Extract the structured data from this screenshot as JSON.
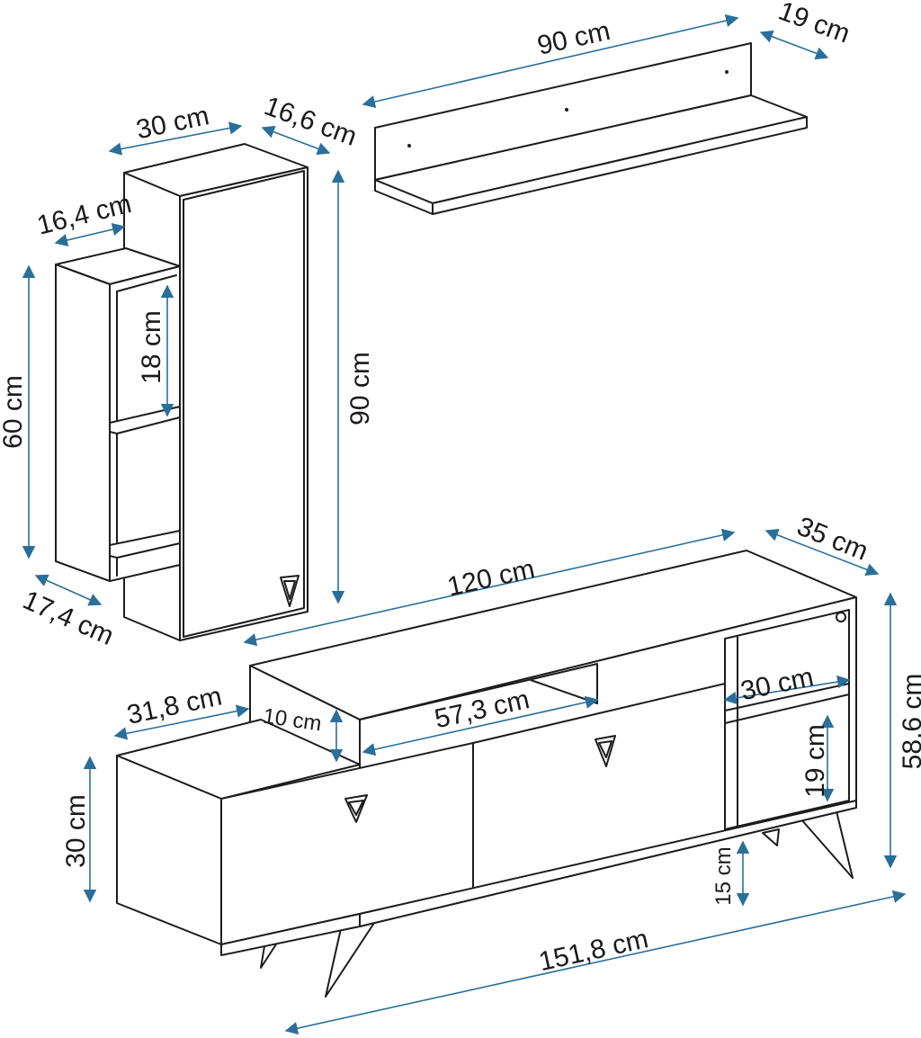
{
  "colors": {
    "outline": "#1c1c1c",
    "dimension": "#2a6f9a",
    "background": "#ffffff"
  },
  "wall_shelf": {
    "width": "90 cm",
    "depth": "19 cm"
  },
  "wall_cabinet": {
    "width": "30 cm",
    "depth": "16,6 cm",
    "side_shelf_depth": "16,4 cm",
    "side_height": "60 cm",
    "compartment_height": "18 cm",
    "height": "90 cm",
    "bottom_depth": "17,4 cm"
  },
  "tv_unit": {
    "top_width": "120 cm",
    "depth": "35 cm",
    "left_depth": "31,8 cm",
    "niche_height": "10 cm",
    "door_width": "57,3 cm",
    "side_shelf_width": "30 cm",
    "height": "58,6 cm",
    "compartment_height": "19 cm",
    "base_height": "30 cm",
    "leg_height": "15 cm",
    "total_width": "151,8 cm"
  }
}
